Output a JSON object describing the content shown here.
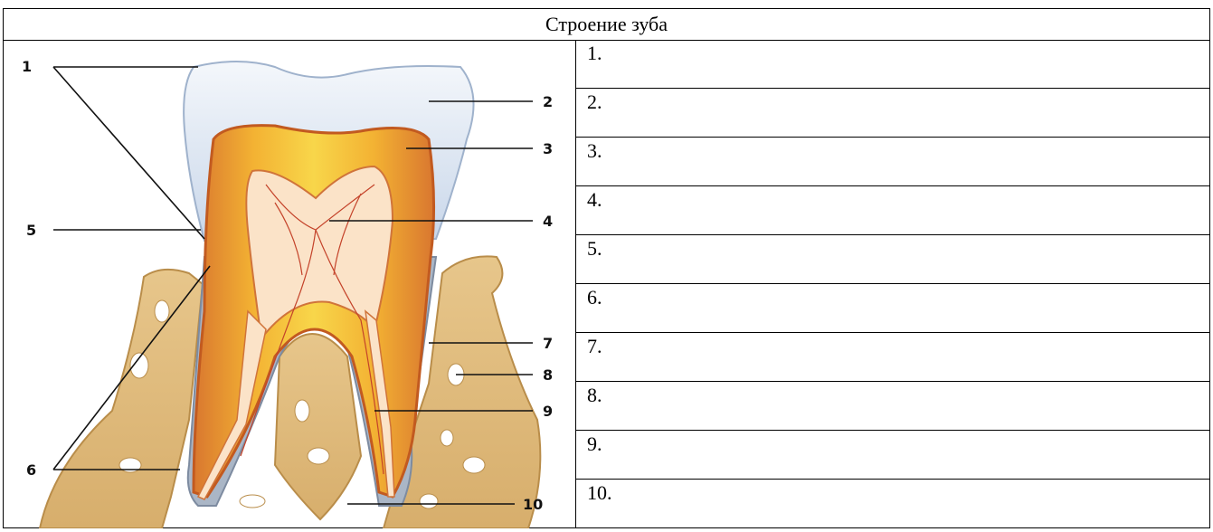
{
  "title": "Строение зуба",
  "figure": {
    "callouts": [
      "1",
      "2",
      "3",
      "4",
      "5",
      "6",
      "7",
      "8",
      "9",
      "10"
    ]
  },
  "answers": [
    "1.",
    "2.",
    "3.",
    "4.",
    "5.",
    "6.",
    "7.",
    "8.",
    "9.",
    "10."
  ]
}
